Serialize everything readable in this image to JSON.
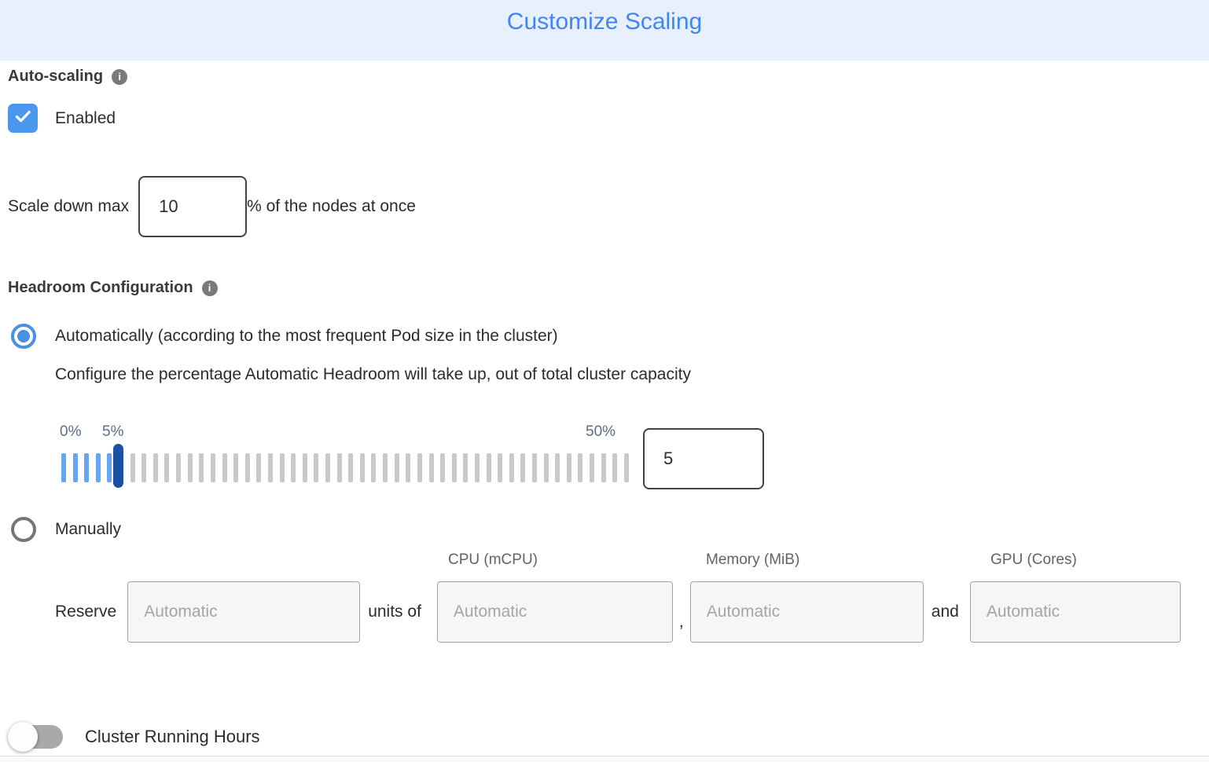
{
  "header": {
    "title": "Customize Scaling"
  },
  "auto_scaling": {
    "section_label": "Auto-scaling",
    "checkbox": {
      "checked": true,
      "label": "Enabled"
    },
    "scale_down": {
      "prefix": "Scale down max",
      "value": "10",
      "suffix": "% of the nodes at once"
    }
  },
  "headroom": {
    "section_label": "Headroom Configuration",
    "automatic": {
      "selected": true,
      "label": "Automatically (according to the most frequent Pod size in the cluster)",
      "description": "Configure the percentage Automatic Headroom will take up, out of total cluster capacity",
      "slider": {
        "min_label": "0%",
        "current_label": "5%",
        "max_label": "50%",
        "min": 0,
        "max": 50,
        "current": 5,
        "tick_count": 50,
        "value": "5"
      }
    },
    "manual": {
      "selected": false,
      "label": "Manually",
      "column_headers": [
        "CPU (mCPU)",
        "Memory (MiB)",
        "GPU (Cores)"
      ],
      "reserve": {
        "prefix": "Reserve",
        "separator_units": "units of",
        "separator_comma": ",",
        "separator_and": "and",
        "fields": [
          {
            "name": "reserve-amount",
            "placeholder": "Automatic"
          },
          {
            "name": "cpu",
            "placeholder": "Automatic"
          },
          {
            "name": "memory",
            "placeholder": "Automatic"
          },
          {
            "name": "gpu",
            "placeholder": "Automatic"
          }
        ]
      }
    }
  },
  "cluster_running_hours": {
    "label": "Cluster Running Hours",
    "enabled": false
  },
  "colors": {
    "header_bg": "#e8f0fe",
    "title_blue": "#4285f4",
    "checkbox_blue": "#4a97ee",
    "radio_blue": "#4a90e2",
    "slider_tick_active": "#64a6f3",
    "slider_tick_inactive": "#c9c9c9",
    "slider_handle": "#1b50a4",
    "slider_label": "#5d6c87",
    "disabled_input_bg": "#f6f6f6",
    "disabled_placeholder": "#a5a5a5"
  }
}
